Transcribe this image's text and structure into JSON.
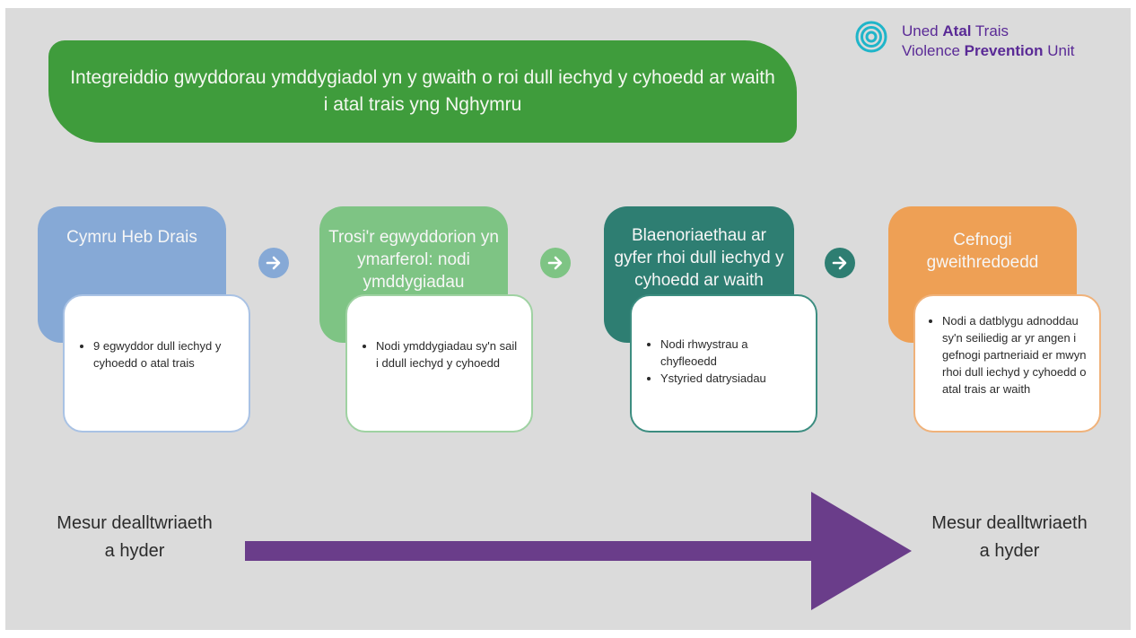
{
  "logo": {
    "line1_a": "Uned ",
    "line1_b": "Atal",
    "line1_c": " Trais",
    "line2_a": "Violence ",
    "line2_b": "Prevention",
    "line2_c": " Unit",
    "icon": "concentric-circles-icon"
  },
  "banner": {
    "text": "Integreiddio gwyddorau ymddygiadol yn y gwaith o roi dull iechyd y cyhoedd ar waith i atal trais yng Nghymru"
  },
  "steps": [
    {
      "title": "Cymru Heb Drais",
      "color": "#86a9d6",
      "items": [
        "9 egwyddor dull iechyd y cyhoedd o atal trais"
      ]
    },
    {
      "title": "Trosi'r egwyddorion yn ymarferol: nodi ymddygiadau",
      "color": "#7ec484",
      "items": [
        "Nodi ymddygiadau sy'n sail i ddull iechyd y cyhoedd"
      ]
    },
    {
      "title": "Blaenoriaethau ar gyfer rhoi dull iechyd y cyhoedd ar waith",
      "color": "#2e7e72",
      "items": [
        "Nodi rhwystrau a chyfleoedd",
        "Ystyried datrysiadau"
      ]
    },
    {
      "title": "Cefnogi gweithredoedd",
      "color": "#eea055",
      "items": [
        "Nodi a datblygu adnoddau sy'n seiliedig ar yr angen i gefnogi partneriaid er mwyn rhoi dull iechyd y cyhoedd o atal trais ar waith"
      ]
    }
  ],
  "arrows": [
    {
      "icon": "arrow-right-icon",
      "color": "#86a9d6"
    },
    {
      "icon": "arrow-right-icon",
      "color": "#7ec484"
    },
    {
      "icon": "arrow-right-icon",
      "color": "#2e7e72"
    }
  ],
  "measure_left": {
    "line1": "Mesur dealltwriaeth",
    "line2": "a hyder"
  },
  "measure_right": {
    "line1": "Mesur dealltwriaeth",
    "line2": "a hyder"
  },
  "big_arrow_color": "#6a3d8a"
}
